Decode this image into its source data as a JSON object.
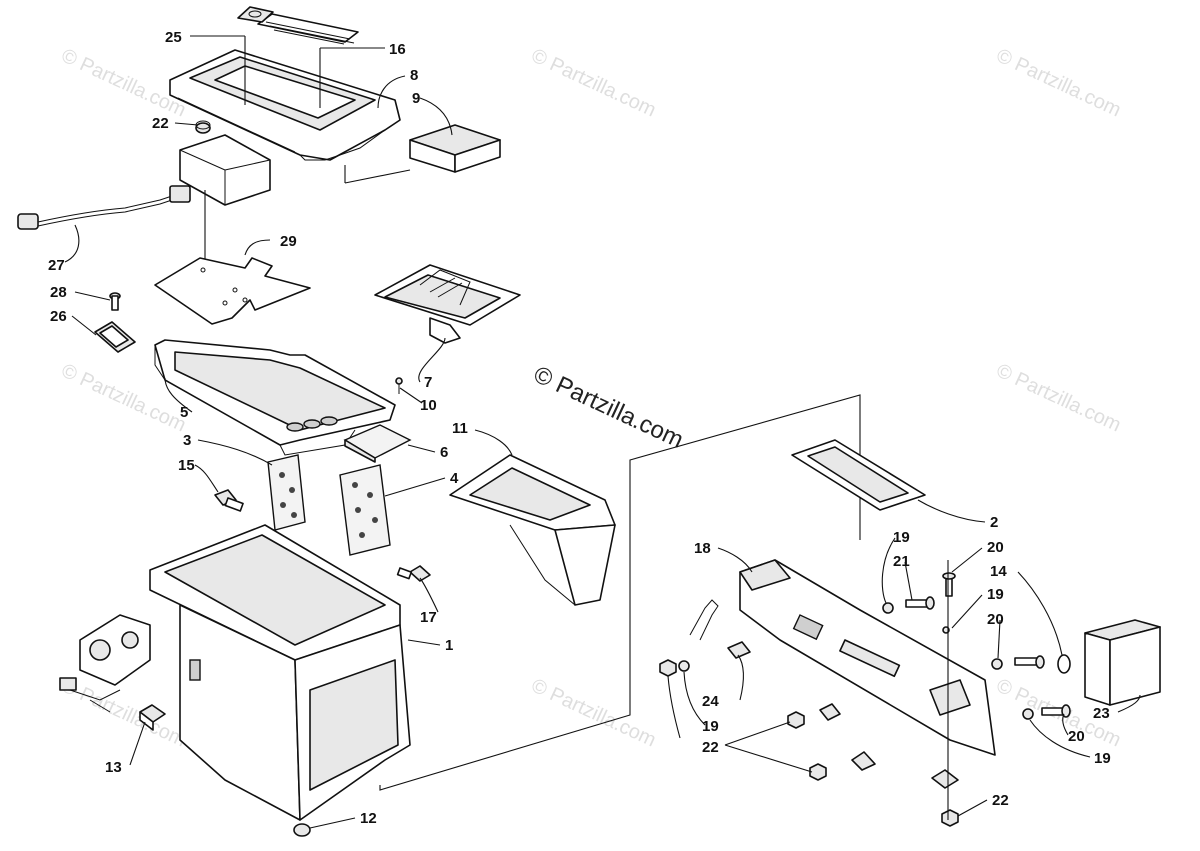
{
  "watermark_text": "© Partzilla.com",
  "callouts": [
    {
      "id": "c25",
      "label": "25"
    },
    {
      "id": "c16",
      "label": "16"
    },
    {
      "id": "c8",
      "label": "8"
    },
    {
      "id": "c9",
      "label": "9"
    },
    {
      "id": "c22a",
      "label": "22"
    },
    {
      "id": "c27",
      "label": "27"
    },
    {
      "id": "c29",
      "label": "29"
    },
    {
      "id": "c28",
      "label": "28"
    },
    {
      "id": "c26",
      "label": "26"
    },
    {
      "id": "c7",
      "label": "7"
    },
    {
      "id": "c10",
      "label": "10"
    },
    {
      "id": "c5",
      "label": "5"
    },
    {
      "id": "c3",
      "label": "3"
    },
    {
      "id": "c6",
      "label": "6"
    },
    {
      "id": "c11",
      "label": "11"
    },
    {
      "id": "c15",
      "label": "15"
    },
    {
      "id": "c4",
      "label": "4"
    },
    {
      "id": "c17",
      "label": "17"
    },
    {
      "id": "c1",
      "label": "1"
    },
    {
      "id": "c13",
      "label": "13"
    },
    {
      "id": "c12",
      "label": "12"
    },
    {
      "id": "c2",
      "label": "2"
    },
    {
      "id": "c18",
      "label": "18"
    },
    {
      "id": "c19a",
      "label": "19"
    },
    {
      "id": "c21",
      "label": "21"
    },
    {
      "id": "c20a",
      "label": "20"
    },
    {
      "id": "c14",
      "label": "14"
    },
    {
      "id": "c19b",
      "label": "19"
    },
    {
      "id": "c20b",
      "label": "20"
    },
    {
      "id": "c24",
      "label": "24"
    },
    {
      "id": "c19c",
      "label": "19"
    },
    {
      "id": "c22b",
      "label": "22"
    },
    {
      "id": "c23",
      "label": "23"
    },
    {
      "id": "c20c",
      "label": "20"
    },
    {
      "id": "c19d",
      "label": "19"
    },
    {
      "id": "c22c",
      "label": "22"
    }
  ]
}
